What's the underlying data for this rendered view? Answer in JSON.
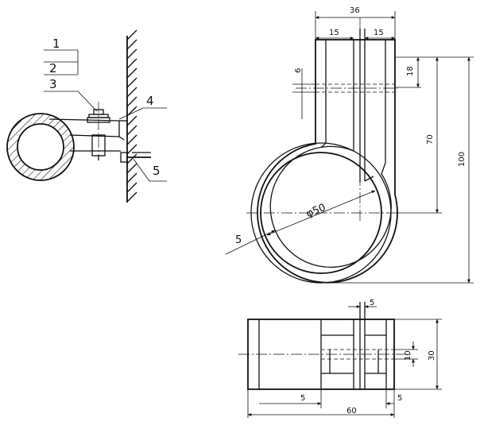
{
  "callouts": {
    "c1": "1",
    "c2": "2",
    "c3": "3",
    "c4": "4",
    "c5": "5"
  },
  "front_view": {
    "width_total": "36",
    "width_left": "15",
    "width_right": "15",
    "gap": "6",
    "top_band": "18",
    "height_to_center": "70",
    "height_total": "100",
    "diameter": "φ50",
    "thickness": "5"
  },
  "bottom_view": {
    "slot_width": "5",
    "slot_height": "10",
    "height": "30",
    "left_offset": "5",
    "right_offset": "5",
    "length": "60"
  }
}
